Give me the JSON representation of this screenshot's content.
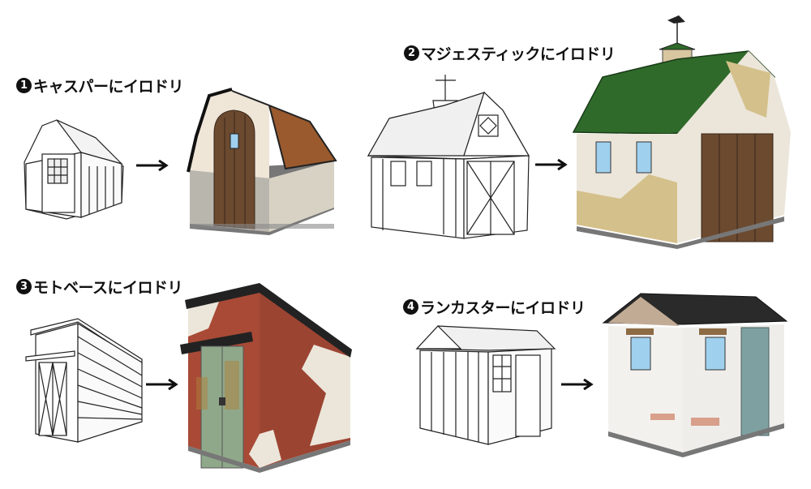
{
  "sections": [
    {
      "number": "1",
      "title": "キャスパーにイロドリ",
      "before": "outline-gambrel-shed-small",
      "after": "colored-stone-shed-brown-roof"
    },
    {
      "number": "2",
      "title": "マジェスティックにイロドリ",
      "before": "outline-barn-shed-cupola",
      "after": "colored-stucco-barn-green-roof"
    },
    {
      "number": "3",
      "title": "モトベースにイロドリ",
      "before": "outline-lean-to-shed",
      "after": "colored-brick-lean-to-shed"
    },
    {
      "number": "4",
      "title": "ランカスターにイロドリ",
      "before": "outline-gable-shed",
      "after": "colored-whitewash-gable-shed"
    }
  ],
  "arrow_icon": "right-arrow-icon",
  "colors": {
    "brown_roof": "#9a5a2e",
    "green_roof": "#2f6a2a",
    "brick": "#a84a36",
    "stucco": "#ece6da",
    "stone": "#d4c08a",
    "wood_door": "#6b4a30",
    "rust_door": "#8fa88a",
    "dark_roof": "#2a2a2a",
    "window_glass": "#9fd0ee",
    "teal_door": "#7fa0a0"
  }
}
